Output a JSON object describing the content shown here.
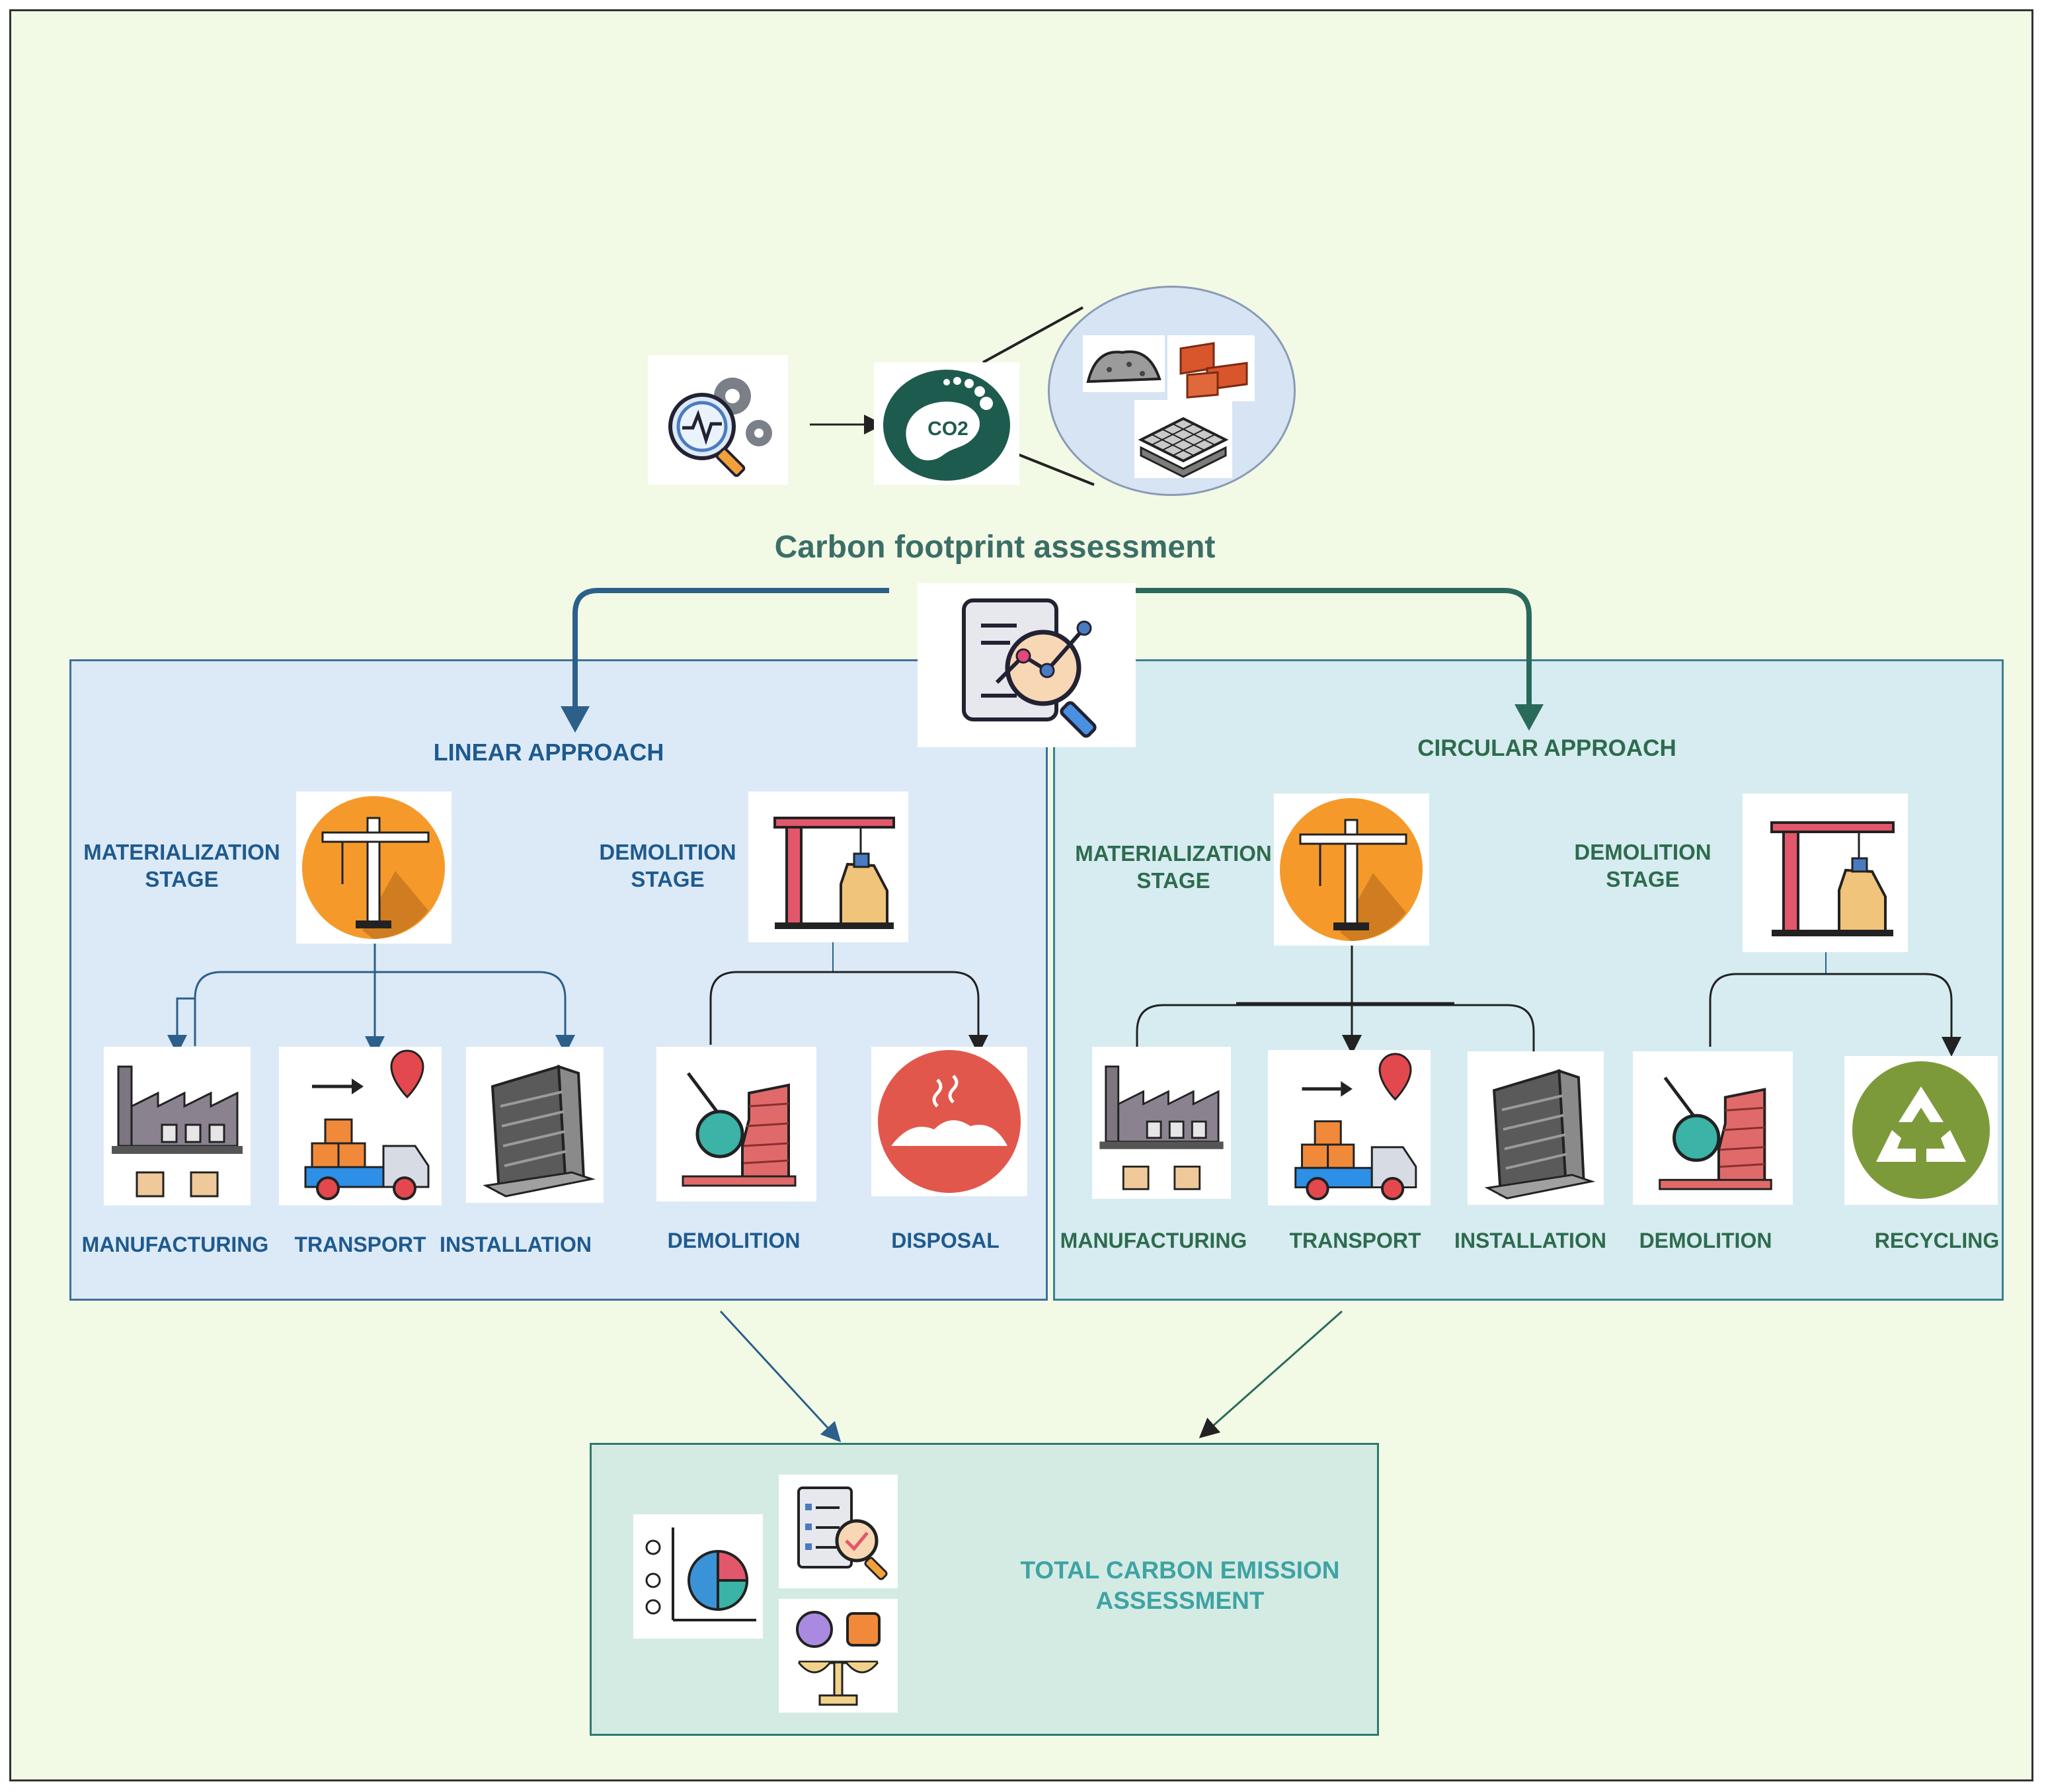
{
  "title": "Carbon footprint assessment",
  "linear": {
    "heading": "LINEAR APPROACH",
    "materialization": "MATERIALIZATION\nSTAGE",
    "demolition_stage": "DEMOLITION\nSTAGE",
    "steps": [
      "MANUFACTURING",
      "TRANSPORT",
      "INSTALLATION",
      "DEMOLITION",
      "DISPOSAL"
    ]
  },
  "circular": {
    "heading": "CIRCULAR APPROACH",
    "materialization": "MATERIALIZATION\nSTAGE",
    "demolition_stage": "DEMOLITION\nSTAGE",
    "steps": [
      "MANUFACTURING",
      "TRANSPORT",
      "INSTALLATION",
      "DEMOLITION",
      "RECYCLING"
    ]
  },
  "co2_badge": "CO2",
  "total": {
    "label": "TOTAL CARBON EMISSION\nASSESSMENT"
  },
  "colors": {
    "linear_accent": "#1f5a8e",
    "circular_accent": "#2e6b4d",
    "total_accent": "#3fa3a3",
    "crane_orange": "#f59a2a",
    "recycle_green": "#7d9a3a",
    "disposal_red": "#e2574c"
  }
}
